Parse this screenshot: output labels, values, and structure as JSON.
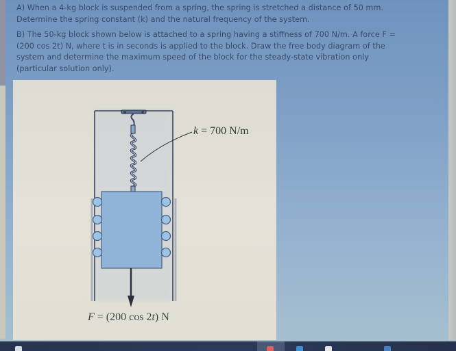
{
  "question": {
    "part_a": {
      "line1": "A) When a 4-kg block is suspended from a spring, the spring is stretched a distance of 50 mm.",
      "line2": "Determine the spring constant (k) and the natural frequency of the system."
    },
    "part_b": {
      "line1": "B) The 50-kg block shown below is attached to a spring having a stiffness of 700 N/m. A force F =",
      "line2": "(200 cos 2t) N, where t is in seconds is applied to the block. Draw the free body diagram of the",
      "line3": "system and determine the maximum speed of the block for the steady-state vibration only",
      "line4": "(particular solution only)."
    }
  },
  "figure": {
    "spring_label": {
      "symbol": "k",
      "value": " = 700 N/m"
    },
    "force_label": {
      "symbol": "F",
      "eq": " = (200 cos 2",
      "var": "t",
      "tail": ") N"
    },
    "icons": [
      "spring-icon",
      "block-icon",
      "roller-icon",
      "force-arrow-icon",
      "hook-icon"
    ]
  },
  "colors": {
    "background": "#7d9fc6",
    "text": "#3a4a6a",
    "panel": "#e2e0d6",
    "block": "#8fb5d8",
    "rollers": "#9cc0e2",
    "taskbar": "#2a3754"
  },
  "taskbar": {
    "icons": [
      "app-icon-1",
      "app-icon-active",
      "app-icon-2",
      "app-icon-3",
      "app-icon-4"
    ]
  }
}
